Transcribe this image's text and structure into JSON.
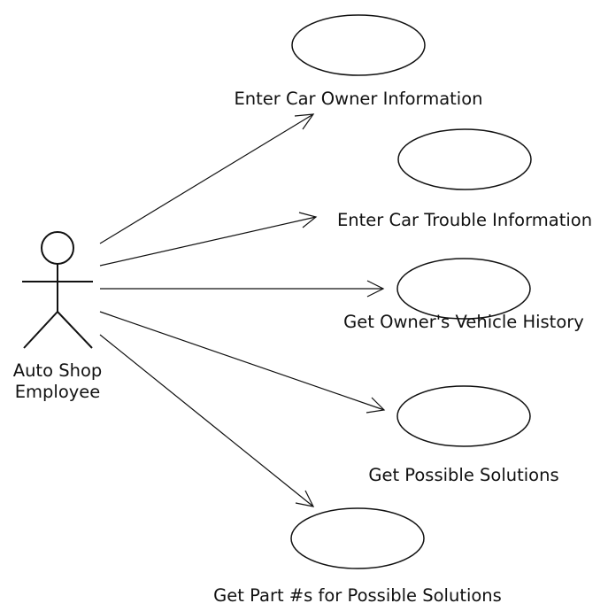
{
  "actor": {
    "name_line1": "Auto Shop",
    "name_line2": "Employee"
  },
  "use_cases": [
    {
      "label": "Enter Car Owner Information"
    },
    {
      "label": "Enter Car Trouble Information"
    },
    {
      "label": "Get Owner's Vehicle History"
    },
    {
      "label": "Get Possible Solutions"
    },
    {
      "label": "Get Part #s for Possible Solutions"
    }
  ]
}
